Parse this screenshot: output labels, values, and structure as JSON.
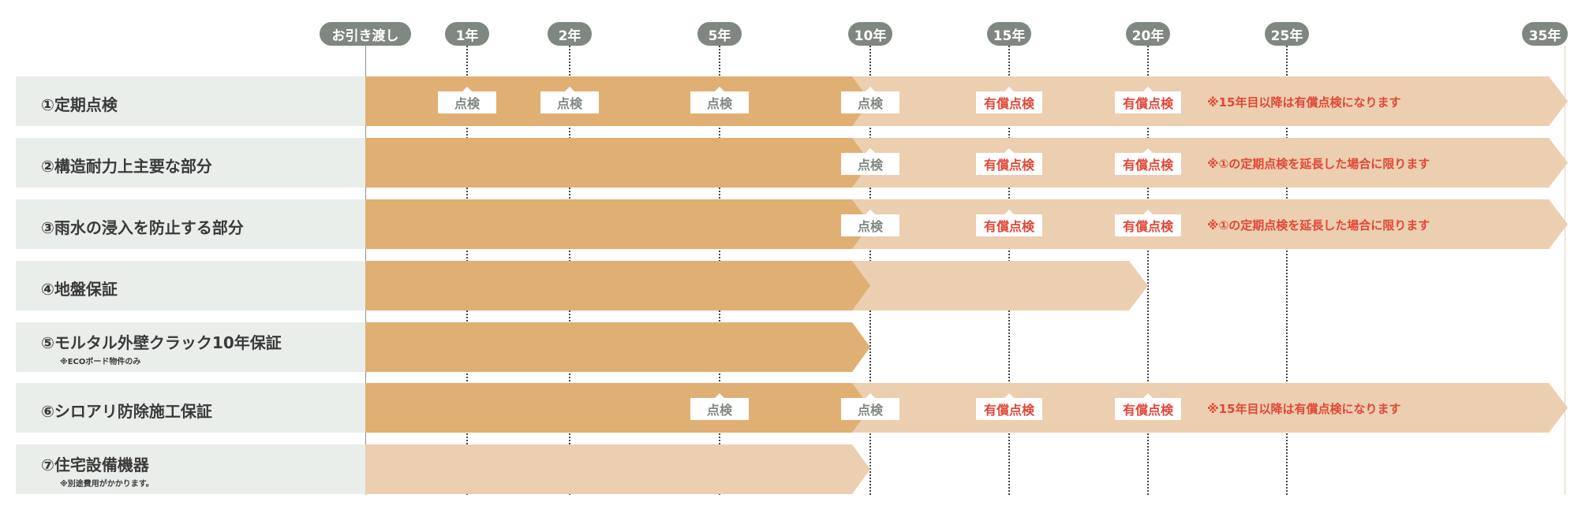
{
  "timeline": {
    "markers": [
      "お引き渡し",
      "1年",
      "2年",
      "5年",
      "10年",
      "15年",
      "20年",
      "25年",
      "35年"
    ]
  },
  "rows": [
    {
      "label": "①定期点検",
      "sub": "",
      "bar_type": "warranty-then-extended",
      "inspections": [
        {
          "year": "1年",
          "text": "点検",
          "kind": "free"
        },
        {
          "year": "2年",
          "text": "点検",
          "kind": "free"
        },
        {
          "year": "5年",
          "text": "点検",
          "kind": "free"
        },
        {
          "year": "10年",
          "text": "点検",
          "kind": "free"
        },
        {
          "year": "15年",
          "text": "有償点検",
          "kind": "paid"
        },
        {
          "year": "20年",
          "text": "有償点検",
          "kind": "paid"
        }
      ],
      "note": "※15年目以降は有償点検になります"
    },
    {
      "label": "②構造耐力上主要な部分",
      "sub": "",
      "bar_type": "warranty-then-extended",
      "inspections": [
        {
          "year": "10年",
          "text": "点検",
          "kind": "free"
        },
        {
          "year": "15年",
          "text": "有償点検",
          "kind": "paid"
        },
        {
          "year": "20年",
          "text": "有償点検",
          "kind": "paid"
        }
      ],
      "note": "※①の定期点検を延長した場合に限ります"
    },
    {
      "label": "③雨水の浸入を防止する部分",
      "sub": "",
      "bar_type": "warranty-then-extended",
      "inspections": [
        {
          "year": "10年",
          "text": "点検",
          "kind": "free"
        },
        {
          "year": "15年",
          "text": "有償点検",
          "kind": "paid"
        },
        {
          "year": "20年",
          "text": "有償点検",
          "kind": "paid"
        }
      ],
      "note": "※①の定期点検を延長した場合に限ります"
    },
    {
      "label": "④地盤保証",
      "sub": "",
      "bar_type": "warranty-then-extended-to-20",
      "inspections": [],
      "note": ""
    },
    {
      "label": "⑤モルタル外壁クラック10年保証",
      "sub": "※ECOボード物件のみ",
      "bar_type": "warranty-to-10",
      "inspections": [],
      "note": ""
    },
    {
      "label": "⑥シロアリ防除施工保証",
      "sub": "",
      "bar_type": "warranty-then-extended",
      "inspections": [
        {
          "year": "5年",
          "text": "点検",
          "kind": "free"
        },
        {
          "year": "10年",
          "text": "点検",
          "kind": "free"
        },
        {
          "year": "15年",
          "text": "有償点検",
          "kind": "paid"
        },
        {
          "year": "20年",
          "text": "有償点検",
          "kind": "paid"
        }
      ],
      "note": "※15年目以降は有償点検になります"
    },
    {
      "label": "⑦住宅設備機器",
      "sub": "※別途費用がかかります。",
      "bar_type": "light-to-10",
      "inspections": [],
      "note": ""
    }
  ],
  "colors": {
    "warranty": "#e0af73",
    "extended": "#ebcfb0",
    "free_text": "#7e8780",
    "paid_text": "#e24637",
    "marker_bg": "#7e8780",
    "label_bg": "#eaeeeb"
  }
}
